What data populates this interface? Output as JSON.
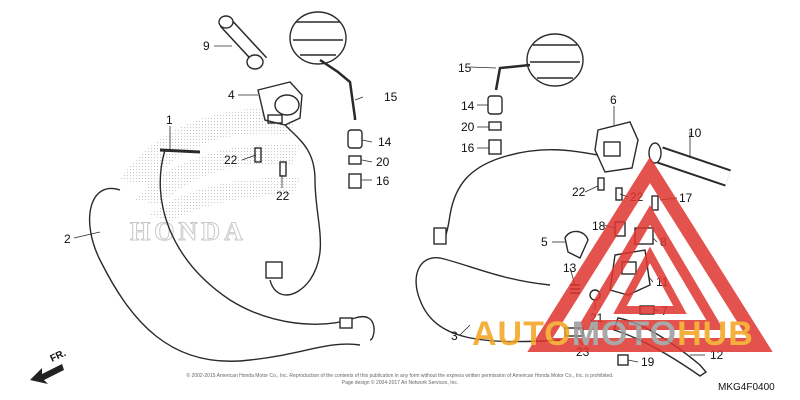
{
  "diagram_code": "MKG4F0400",
  "direction_label": "FR.",
  "watermark": {
    "brand_prefix": "AUTO",
    "brand_middle": "MOTO",
    "brand_suffix": "HUB",
    "oem_logo_text": "HONDA"
  },
  "copyright": {
    "line1": "© 2002-2015 American Honda Motor Co., Inc. Reproduction of the contents of this publication in any form without the express written permission of American Honda Motor Co., Inc. is prohibited.",
    "line2": "Page design © 2004-2017 Ari Network Services, Inc."
  },
  "callouts": [
    "9",
    "4",
    "1",
    "22",
    "22",
    "2",
    "15",
    "14",
    "20",
    "16",
    "15",
    "14",
    "20",
    "16",
    "6",
    "10",
    "22",
    "22",
    "17",
    "18",
    "5",
    "8",
    "13",
    "11",
    "7",
    "21",
    "3",
    "23",
    "19",
    "12"
  ],
  "colors": {
    "line": "#2a2a2a",
    "watermark_red": "#e0342f",
    "watermark_orange": "#f3a21c",
    "watermark_gray": "#9a9a9a"
  }
}
